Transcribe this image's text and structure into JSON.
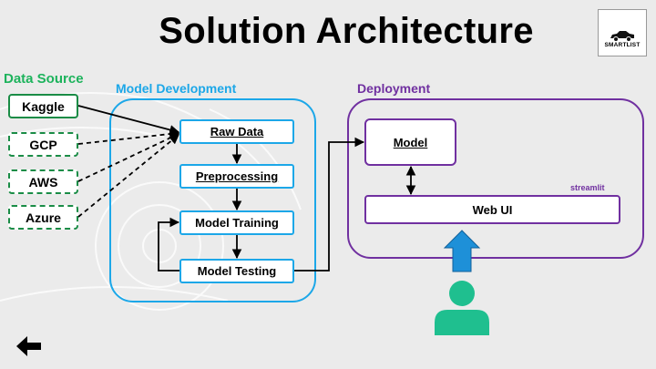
{
  "title": "Solution Architecture",
  "logo": {
    "text": "SMARTLIST",
    "icon": "car-icon"
  },
  "data_source": {
    "label": "Data Source",
    "items": [
      {
        "label": "Kaggle",
        "style": "solid"
      },
      {
        "label": "GCP",
        "style": "dashed"
      },
      {
        "label": "AWS",
        "style": "dashed"
      },
      {
        "label": "Azure",
        "style": "dashed"
      }
    ]
  },
  "model_development": {
    "label": "Model Development",
    "steps": [
      "Raw Data",
      "Preprocessing",
      "Model Training",
      "Model Testing"
    ]
  },
  "deployment": {
    "label": "Deployment",
    "model": "Model",
    "web_ui": "Web UI",
    "streamlit": "streamlit"
  },
  "user_icon": "user-icon",
  "nav": {
    "back_icon": "arrow-left-icon"
  },
  "colors": {
    "data_source": "#1db35c",
    "data_source_border": "#1a8c46",
    "model_development": "#1ca7e8",
    "deployment": "#7030a0",
    "user": "#1fbf8f",
    "user_arrow": "#1e90d8",
    "background": "#ebebeb"
  }
}
